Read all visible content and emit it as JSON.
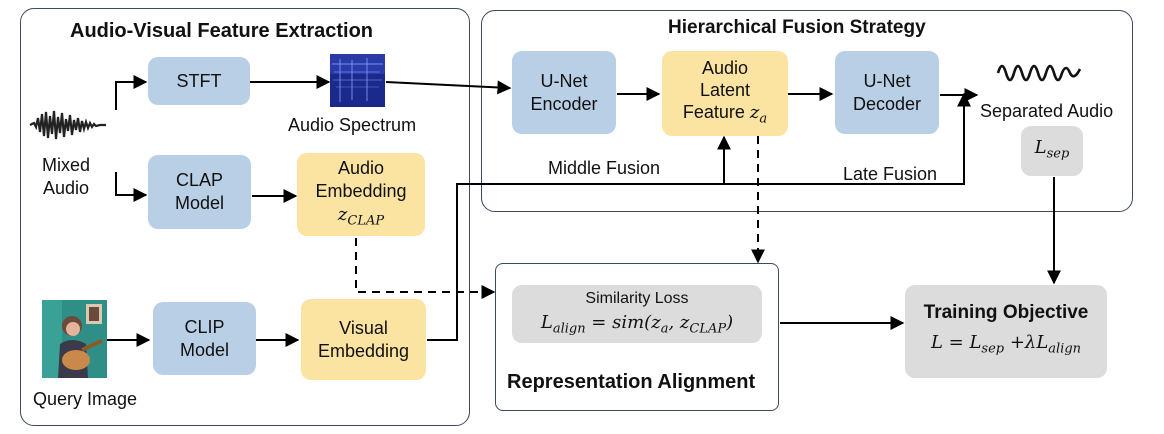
{
  "panels": {
    "extraction_title": "Audio-Visual Feature Extraction",
    "fusion_title": "Hierarchical Fusion Strategy",
    "alignment_title": "Representation Alignment"
  },
  "inputs": {
    "mixed_audio_line1": "Mixed",
    "mixed_audio_line2": "Audio",
    "query_image": "Query Image"
  },
  "blocks": {
    "stft": "STFT",
    "spectrum_label": "Audio Spectrum",
    "clap_line1": "CLAP",
    "clap_line2": "Model",
    "audio_emb_line1": "Audio",
    "audio_emb_line2": "Embedding",
    "audio_emb_symbol": "z",
    "audio_emb_sub": "CLAP",
    "clip_line1": "CLIP",
    "clip_line2": "Model",
    "visual_emb_line1": "Visual",
    "visual_emb_line2": "Embedding",
    "encoder_line1": "U-Net",
    "encoder_line2": "Encoder",
    "latent_line1": "Audio",
    "latent_line2": "Latent",
    "latent_line3": "Feature",
    "latent_symbol": "z",
    "latent_sub": "a",
    "decoder_line1": "U-Net",
    "decoder_line2": "Decoder",
    "separated_audio": "Separated Audio",
    "lsep_symbol": "L",
    "lsep_sub": "sep",
    "middle_fusion": "Middle Fusion",
    "late_fusion": "Late Fusion",
    "similarity_title": "Similarity Loss",
    "similarity_formula": {
      "lhs": "L",
      "lhs_sub": "align",
      "eq": " = sim(",
      "z1": "z",
      "z1_sub": "a",
      "comma": ", ",
      "z2": "z",
      "z2_sub": "CLAP",
      "close": ")"
    },
    "objective_title": "Training Objective",
    "objective_formula": {
      "l": "L",
      "eq": " = ",
      "lsep": "L",
      "lsep_sub": "sep",
      "plus": " +λ",
      "lalign": "L",
      "lalign_sub": "align"
    }
  },
  "colors": {
    "blue_box": "#b9cfe6",
    "yellow_box": "#fbe3a2",
    "gray_box": "#dcdcdc",
    "panel_border": "#3a4a60",
    "spectrum": "#1b2a8a"
  }
}
